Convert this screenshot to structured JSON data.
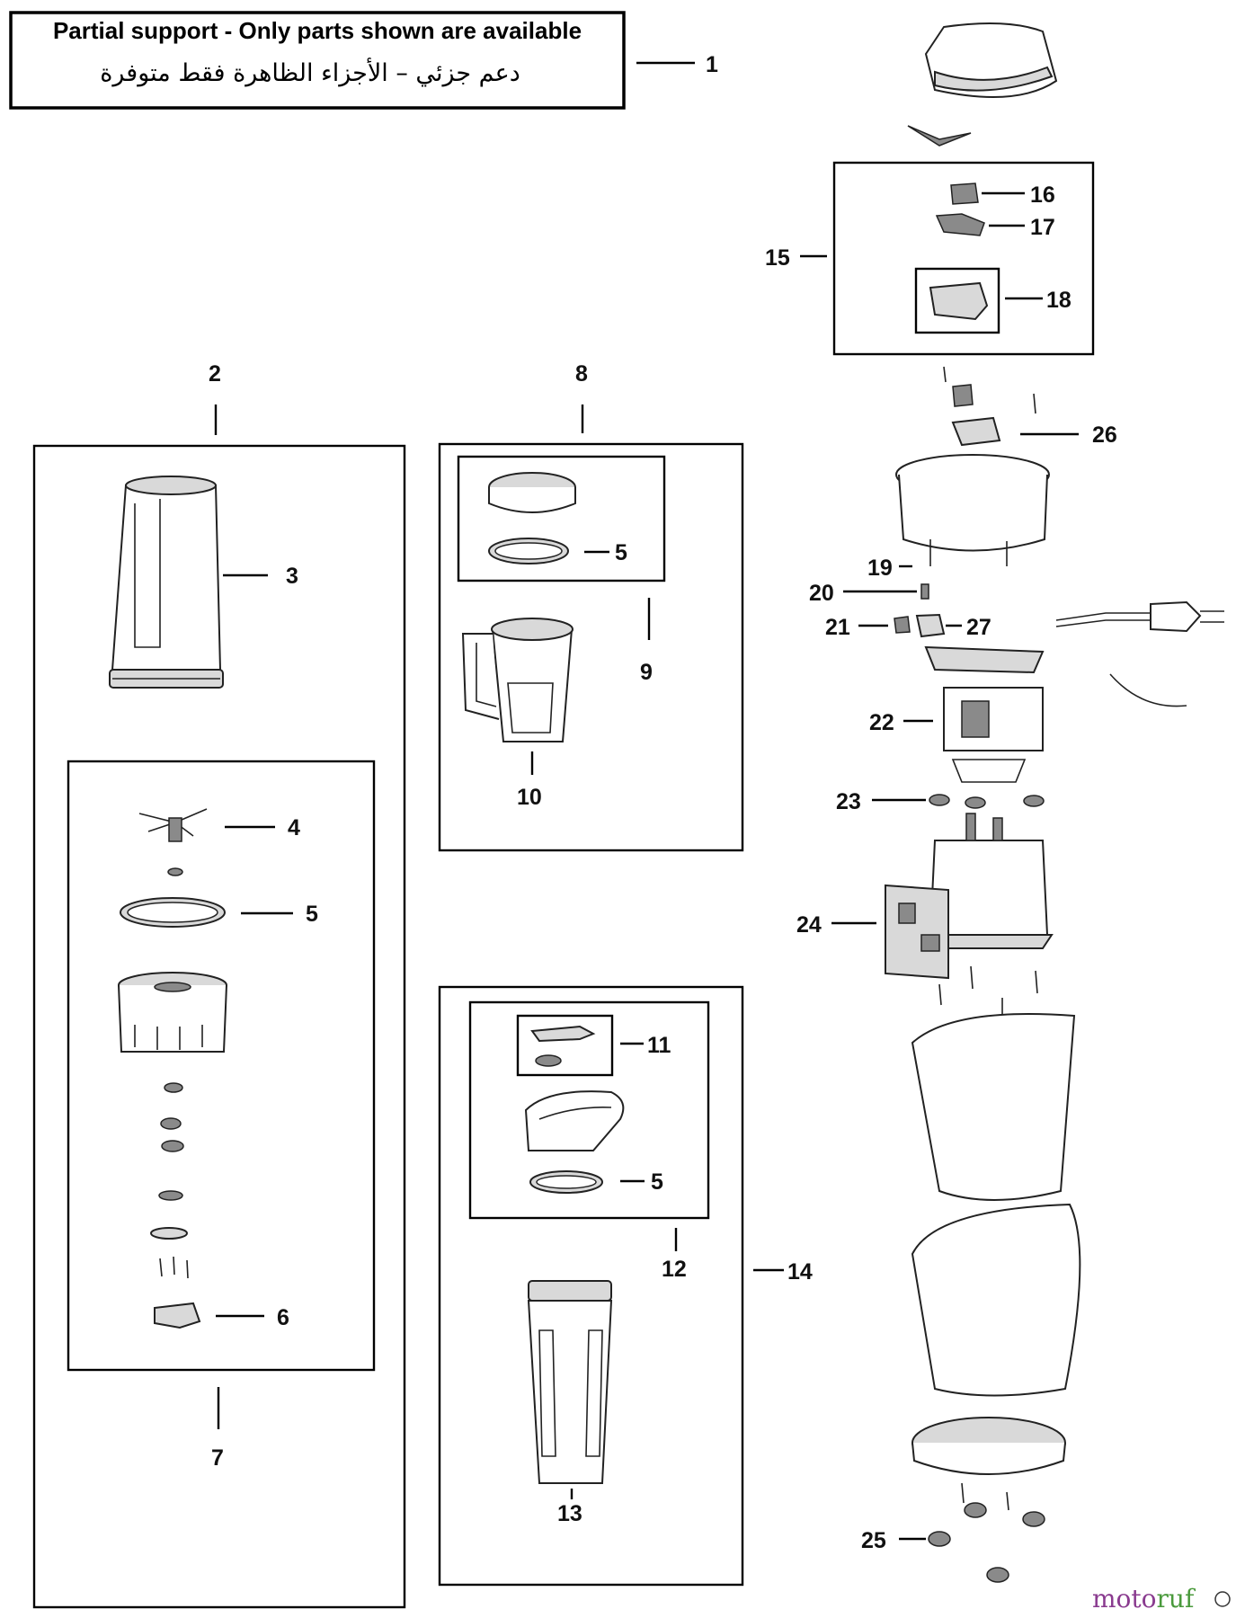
{
  "notice": {
    "line_en": "Partial support - Only parts shown are available",
    "line_ar": "دعم جزئي – الأجزاء الظاهرة فقط متوفرة"
  },
  "callouts": {
    "n1": "1",
    "n2": "2",
    "n3": "3",
    "n4": "4",
    "n5a": "5",
    "n5b": "5",
    "n5c": "5",
    "n6": "6",
    "n7": "7",
    "n8": "8",
    "n9": "9",
    "n10": "10",
    "n11": "11",
    "n12": "12",
    "n13": "13",
    "n14": "14",
    "n15": "15",
    "n16": "16",
    "n17": "17",
    "n18": "18",
    "n19": "19",
    "n20": "20",
    "n21": "21",
    "n22": "22",
    "n23": "23",
    "n24": "24",
    "n25": "25",
    "n26": "26",
    "n27": "27"
  },
  "watermark": {
    "part_a": "moto",
    "part_b": "ruf"
  }
}
